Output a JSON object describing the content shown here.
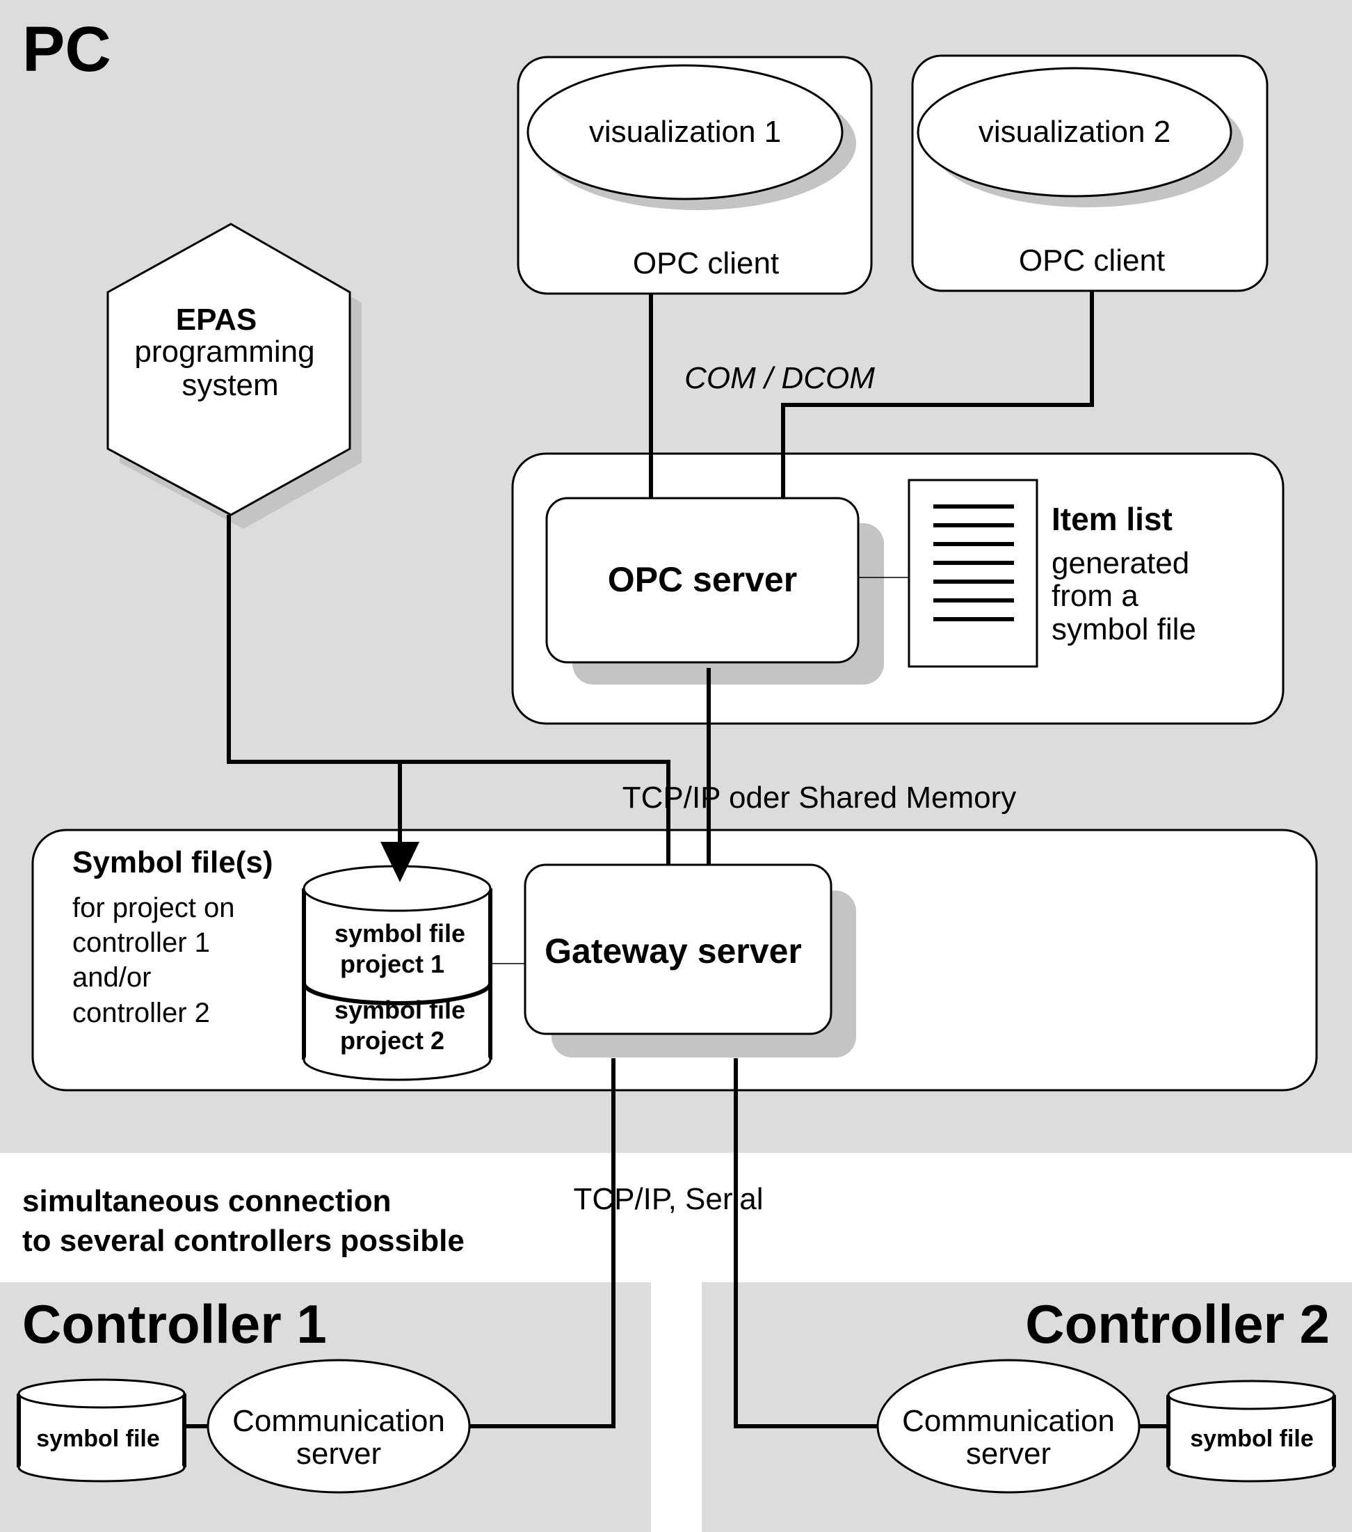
{
  "pc": {
    "title": "PC"
  },
  "clients": [
    {
      "visualization": "visualization 1",
      "opc_client": "OPC client"
    },
    {
      "visualization": "visualization 2",
      "opc_client": "OPC client"
    }
  ],
  "epas": {
    "title": "EPAS",
    "line2": "programming",
    "line3": "system"
  },
  "connections": {
    "com_dcom": "COM / DCOM",
    "tcp_shared": "TCP/IP oder Shared Memory",
    "tcp_serial": "TCP/IP, Serial"
  },
  "opc_server": {
    "label": "OPC server"
  },
  "item_list": {
    "title": "Item list",
    "line1": "generated",
    "line2": "from a",
    "line3": "symbol file"
  },
  "symbol_files": {
    "title": "Symbol file(s)",
    "line1": "for project on",
    "line2": "controller 1",
    "line3": "and/or",
    "line4": "controller 2"
  },
  "symbol_cylinder": {
    "p1_line1": "symbol file",
    "p1_line2": "project 1",
    "p2_line1": "symbol file",
    "p2_line2": "project 2"
  },
  "gateway": {
    "label": "Gateway server"
  },
  "note": {
    "line1": "simultaneous connection",
    "line2": "to several controllers possible"
  },
  "controllers": [
    {
      "title": "Controller 1",
      "symbol_file": "symbol file",
      "comm_line1": "Communication",
      "comm_line2": "server"
    },
    {
      "title": "Controller 2",
      "symbol_file": "symbol file",
      "comm_line1": "Communication",
      "comm_line2": "server"
    }
  ]
}
